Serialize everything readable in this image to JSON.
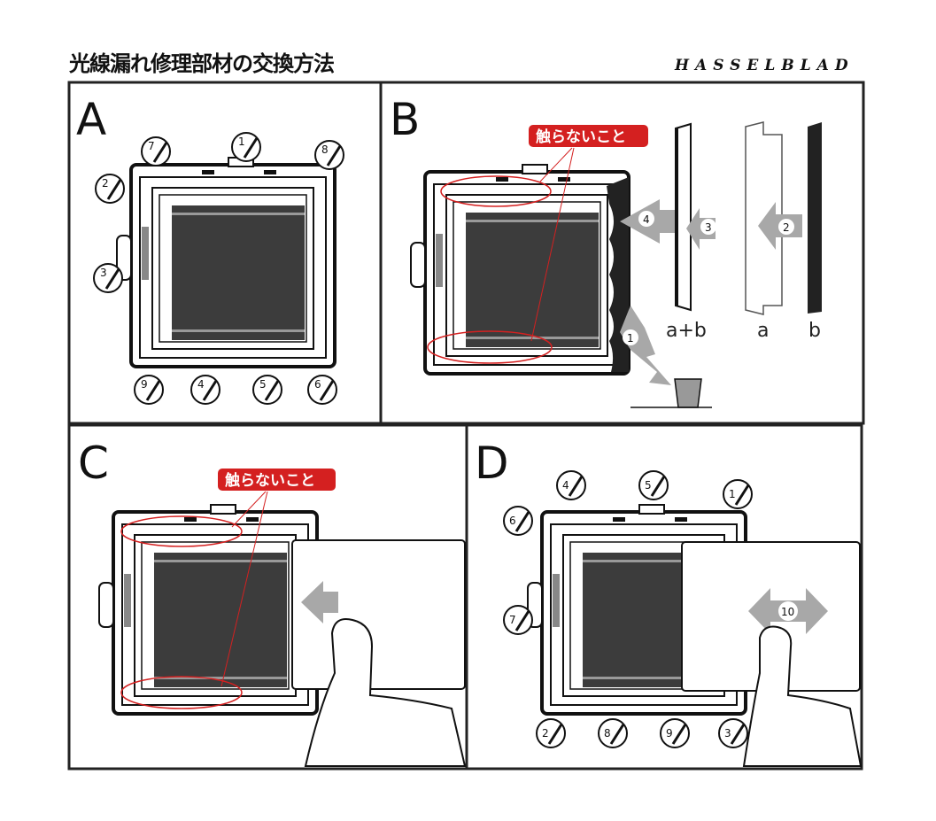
{
  "title": "光線漏れ修理部材の交換方法",
  "brand": "HASSELBLAD",
  "colors": {
    "warning": "#d42020",
    "arrow": "#a8a8a8",
    "frame": "#222222",
    "screen": "#3c3c3c"
  },
  "panels": {
    "a": {
      "label": "A",
      "screws": [
        "7",
        "1",
        "8",
        "2",
        "3",
        "9",
        "4",
        "5",
        "6"
      ]
    },
    "b": {
      "label": "B",
      "warning": "触らないこと",
      "steps": [
        "4",
        "3",
        "2",
        "1"
      ],
      "parts": [
        "a+b",
        "a",
        "b"
      ]
    },
    "c": {
      "label": "C",
      "warning": "触らないこと"
    },
    "d": {
      "label": "D",
      "screws": [
        "4",
        "5",
        "1",
        "6",
        "7",
        "2",
        "8",
        "9",
        "3"
      ],
      "step": "10"
    }
  }
}
